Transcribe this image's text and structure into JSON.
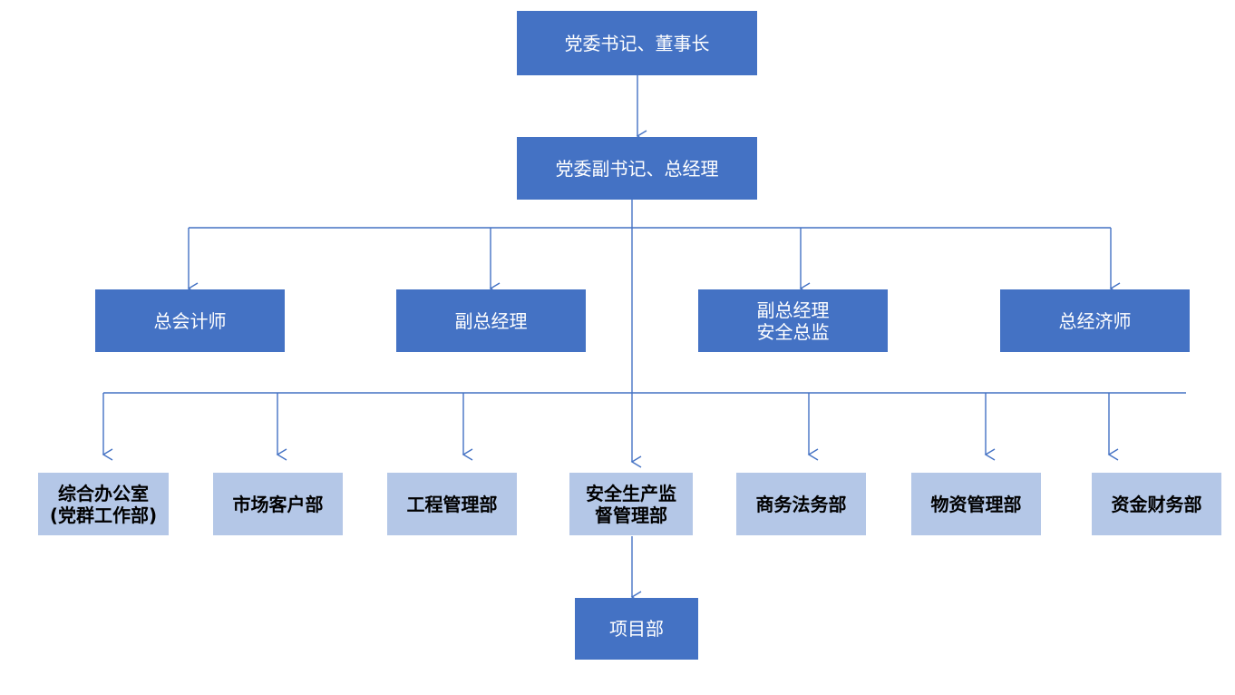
{
  "chart": {
    "chairman": "党委书记、董事长",
    "general_manager": "党委副书记、总经理",
    "executives": [
      "总会计师",
      "副总经理",
      "副总经理\n安全总监",
      "总经济师"
    ],
    "departments": [
      "综合办公室\n(党群工作部)",
      "市场客户部",
      "工程管理部",
      "安全生产监\n督管理部",
      "商务法务部",
      "物资管理部",
      "资金财务部"
    ],
    "project_dept": "项目部"
  },
  "colors": {
    "executive_box": "#4472C4",
    "department_box": "#B4C7E7",
    "connector": "#4472C4"
  }
}
